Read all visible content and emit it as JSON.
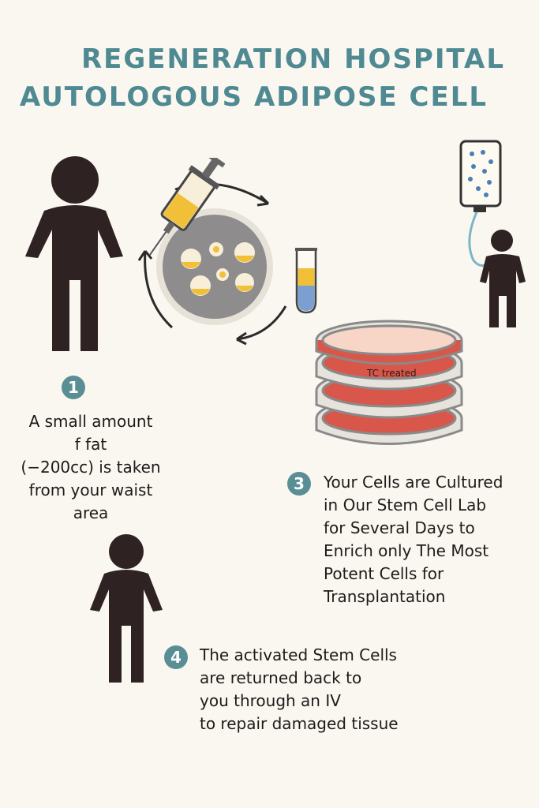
{
  "title": {
    "line1": "REGENERATION HOSPITAL",
    "line2": "AUTOLOGOUS ADIPOSE CELL"
  },
  "steps": [
    {
      "number": "1",
      "text": "A small amount\nf fat\n(−200cc) is taken\nfrom your waist\narea"
    },
    {
      "number": "3",
      "text": "Your Cells are Cultured\nin Our Stem Cell Lab\nfor Several Days to\nEnrich only The Most\nPotent Cells for\nTransplantation"
    },
    {
      "number": "4",
      "text": "The activated Stem Cells\nare returned back to\nyou through an IV\nto repair damaged tissue"
    }
  ],
  "dish_label": "TC treated",
  "colors": {
    "title": "#4f8a93",
    "badge": "#5a8e95",
    "figure": "#2f2223",
    "dish_red": "#d9574a",
    "fat_yellow": "#f2c038",
    "tube_blue": "#7a9fd0"
  },
  "icons": [
    "person-icon",
    "syringe-icon",
    "petri-dish-icon",
    "test-tube-icon",
    "iv-bag-icon",
    "cycle-arrows-icon",
    "culture-dish-stack-icon"
  ]
}
